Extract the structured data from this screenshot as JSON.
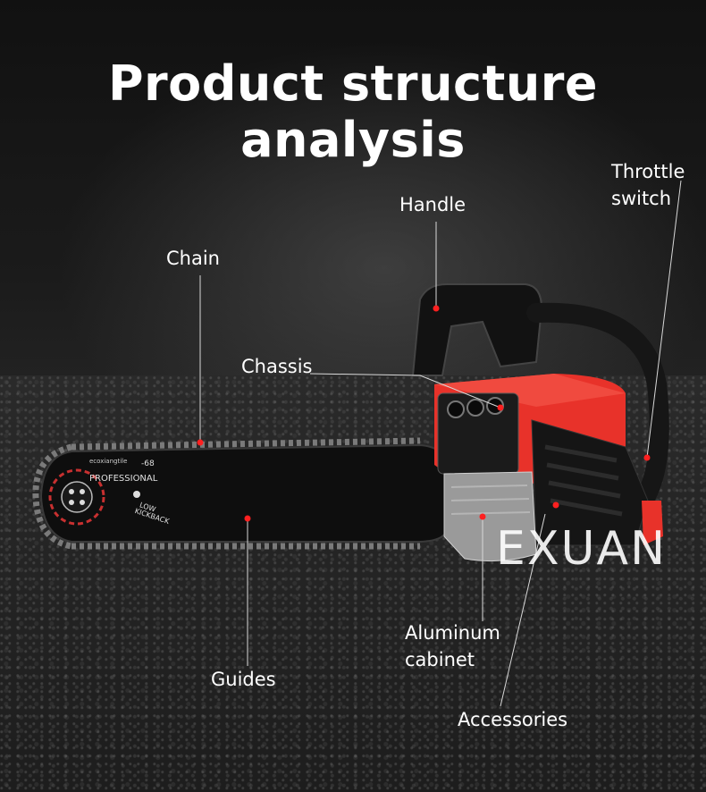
{
  "title": "Product structure analysis",
  "labels": {
    "chain": "Chain",
    "handle": "Handle",
    "throttle_switch_line1": "Throttle",
    "throttle_switch_line2": "switch",
    "chassis": "Chassis",
    "aluminum_cabinet_line1": "Aluminum",
    "aluminum_cabinet_line2": "cabinet",
    "guides": "Guides",
    "accessories": "Accessories"
  },
  "bar_text": {
    "brand_small": "ecoxiangtile",
    "professional": "PROFESSIONAL",
    "low_kickback_line1": "LOW",
    "low_kickback_line2": "KICKBACK",
    "model": "-68"
  },
  "watermark": "EXUAN",
  "colors": {
    "engine_red": "#e8322a",
    "housing_black": "#151515",
    "bar_black": "#0e0e0e",
    "aluminum": "#9a9a9a",
    "marker_red": "#ff2020"
  }
}
